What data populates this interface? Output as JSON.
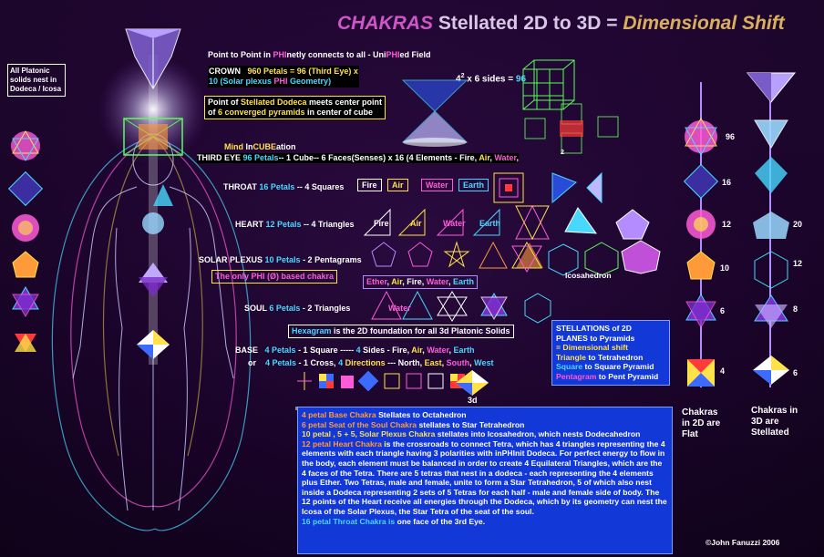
{
  "title": {
    "part1": "CHAKRAS",
    "part2": "Stellated 2D to 3D =",
    "part3": "Dimensional Shift"
  },
  "left_note": "All Platonic solids nest in Dodeca / Icosa",
  "point_to_point": {
    "a": "Point to Point in ",
    "phi1": "PHI",
    "b": "netly connects to all - Uni",
    "phi2": "PHI",
    "c": "ed Field"
  },
  "crown": {
    "label": "CROWN",
    "text1": "960 Petals = 96 (Third Eye) x",
    "text2": "10  (Solar plexus ",
    "phi": "PHI",
    "text3": " Geometry)"
  },
  "formula": {
    "base": "4",
    "exp": "2",
    "rest": " x 6 sides = ",
    "result": "96"
  },
  "stellated_dodeca": {
    "a": "Point of ",
    "b": "Stellated Dodeca",
    "c": " meets center point",
    "d": "of ",
    "e": "6 converged pyramids",
    "f": " in center of cube"
  },
  "mind": {
    "a": "Mind ",
    "b": "In",
    "c": "CUBE",
    "d": "ation"
  },
  "third_eye": {
    "label": "THIRD EYE",
    "petals": "96 Petals",
    "rest": "-- 1 Cube-- 6 Faces(Senses) x 16 (4 Elements  - Fire, ",
    "air": "Air",
    "comma": ", ",
    "water": "Water",
    "end": ","
  },
  "throat": {
    "label": "THROAT",
    "petals": "16 Petals",
    "rest": " -- 4 Squares"
  },
  "heart": {
    "label": "HEART",
    "petals": "12 Petals",
    "rest": " -- 4 Triangles"
  },
  "solar": {
    "label": "SOLAR PLEXUS",
    "petals": "10 Petals",
    "rest": " - 2 Pentagrams",
    "note": "The only PHI (Ø) based chakra"
  },
  "soul": {
    "label": "SOUL",
    "petals": "6 Petals",
    "rest": " -  2 Triangles"
  },
  "hexagram": {
    "a": "Hexagram",
    "b": " is the 2D foundation for all 3d Platonic Solids"
  },
  "base": {
    "label": "BASE",
    "petals": "4 Petals",
    "rest": " - 1 Square ----- ",
    "four": "4",
    "sides": " Sides - Fire, ",
    "air": "Air",
    "c1": ", ",
    "water": "Water",
    "c2": ", ",
    "earth": "Earth"
  },
  "base2": {
    "or": "or",
    "petals": "4 Petals",
    "rest": " - 1 Cross, ",
    "four": "4",
    "dirs": " Directions",
    "dash": " --- North, ",
    "east": "East",
    "c1": ", ",
    "south": "South",
    "c2": ", ",
    "west": "West"
  },
  "elements": {
    "fire": "Fire",
    "air": "Air",
    "water": "Water",
    "earth": "Earth",
    "ether": "Ether"
  },
  "ether_row": {
    "ether": "Ether",
    "c0": ", ",
    "air": "Air",
    "c1": ", ",
    "fire": "Fire",
    "c2": ", ",
    "water": "Water",
    "c3": ", ",
    "earth": "Earth"
  },
  "icosahedron": "Icosahedron",
  "stellations": {
    "l1": "STELLATIONS of 2D",
    "l2": "PLANES to Pyramids",
    "l3": "= Dimensional shift",
    "l4a": "Triangle",
    "l4b": " to Tetrahedron",
    "l5a": "Square",
    "l5b": " to  Square Pyramid",
    "l6a": "Pentagram",
    "l6b": " to Pent Pyramid"
  },
  "label_3d": "3d",
  "label_2": "2",
  "right_numbers_2d": [
    "96",
    "16",
    "12",
    "10",
    "6",
    "4"
  ],
  "right_numbers_3d": [
    "20",
    "12",
    "8",
    "6"
  ],
  "flat_caption": "Chakras in 2D are Flat",
  "stellated_caption": "Chakras in 3D are Stellated",
  "bottom_box": {
    "l1a": "4 petal Base Chakra",
    "l1b": " Stellates to Octahedron",
    "l2a": "6 petal Seat of the Soul Chakra",
    "l2b": " stellates to Star Tetrahedron",
    "l3a": "10 petal , 5 + 5, Solar Plexus Chakra",
    "l3b": " stellates into Icosahedron, which nests Dodecahedron",
    "l4a": "12 petal Heart Chakra",
    "l4b": " is the crossroads to connect  Tetra, which has 4 triangles representing the 4 elements with each triangle having 3 polarities with inPHInit Dodeca. For perfect energy to flow in the body,  each element must be balanced in order to create 4 Equilateral Triangles, which are the 4 faces of the Tetra.  There are 5 tetras that nest in a dodeca - each representing the 4 elements plus  Ether. Two Tetras, male and female,  unite to form a Star Tetrahedron, 5 of  which also nest inside a Dodeca representing 2 sets of 5 Tetras for each half - male and female side of body.  The 12 points of the Heart receive all energies through the Dodeca, which by its geometry can nest the Icosa of the Solar Plexus, the Star Tetra of the seat of the soul.",
    "l5a": "16 petal Throat Chakra is",
    "l5b": " one face of the 3rd Eye."
  },
  "copyright": "©John Fanuzzi 2006",
  "colors": {
    "yellow": "#ffe14a",
    "cyan": "#48d8ff",
    "pink": "#ff5ad8",
    "blue_box": "#1238d8",
    "purple": "#7a2cc8"
  },
  "icons": [
    "lotus-icon",
    "hexagram-icon",
    "octahedron-icon",
    "tetrahedron-icon",
    "dodecahedron-icon",
    "icosahedron-icon",
    "cube-icon",
    "pentagram-icon"
  ]
}
